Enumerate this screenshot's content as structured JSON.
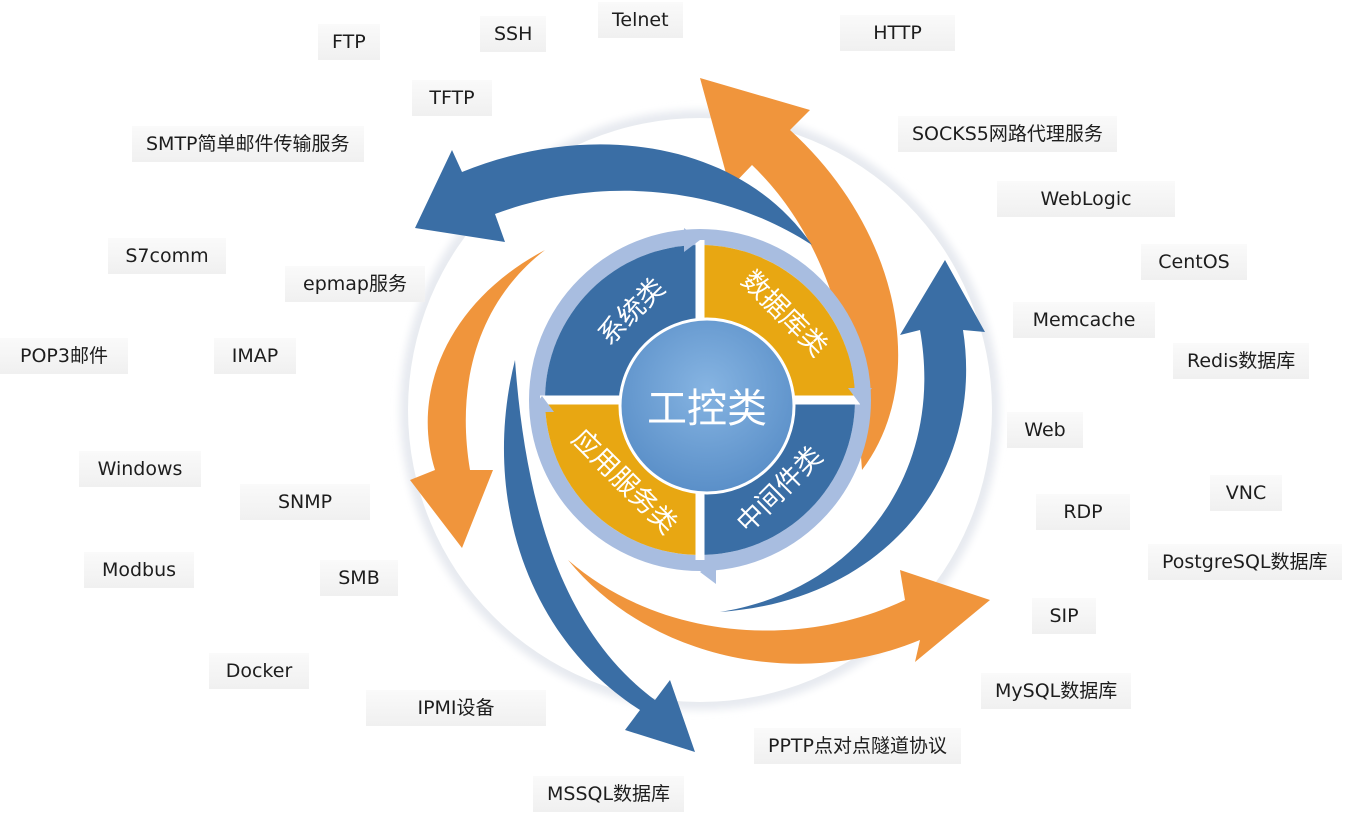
{
  "colors": {
    "blue": "#3a6ea5",
    "orange": "#f0953c",
    "gold": "#e8a712",
    "center": "#6da0d3",
    "light_blue": "#a8bde0"
  },
  "center_label": "工控类",
  "quadrants": {
    "system": "系统类",
    "database": "数据库类",
    "middleware": "中间件类",
    "app_service": "应用服务类"
  },
  "protocols": [
    "FTP",
    "SSH",
    "Telnet",
    "HTTP",
    "TFTP",
    "SMTP简单邮件传输服务",
    "SOCKS5网路代理服务",
    "WebLogic",
    "S7comm",
    "epmap服务",
    "CentOS",
    "Memcache",
    "POP3邮件",
    "IMAP",
    "Redis数据库",
    "Web",
    "Windows",
    "SNMP",
    "VNC",
    "RDP",
    "PostgreSQL数据库",
    "Modbus",
    "SMB",
    "SIP",
    "Docker",
    "MySQL数据库",
    "IPMI设备",
    "PPTP点对点隧道协议",
    "MSSQL数据库"
  ]
}
